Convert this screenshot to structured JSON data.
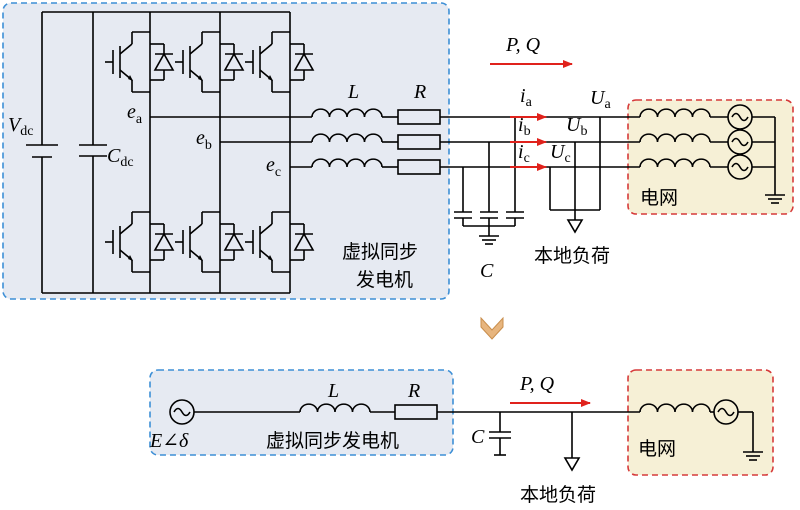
{
  "colors": {
    "vsg_box_fill": "#e6eaf2",
    "vsg_box_border": "#3d8fd6",
    "grid_box_fill": "#f6f0d6",
    "grid_box_border": "#d63a3a",
    "arrow_red": "#e0221c",
    "transition_arrow": "#e7b57e"
  },
  "top": {
    "vdc": {
      "main": "V",
      "sub": "dc"
    },
    "cdc": {
      "main": "C",
      "sub": "dc"
    },
    "ea": {
      "main": "e",
      "sub": "a"
    },
    "eb": {
      "main": "e",
      "sub": "b"
    },
    "ec": {
      "main": "e",
      "sub": "c"
    },
    "L": "L",
    "R": "R",
    "pq": "P, Q",
    "ia": {
      "main": "i",
      "sub": "a"
    },
    "ib": {
      "main": "i",
      "sub": "b"
    },
    "ic": {
      "main": "i",
      "sub": "c"
    },
    "Ua": {
      "main": "U",
      "sub": "a"
    },
    "Ub": {
      "main": "U",
      "sub": "b"
    },
    "Uc": {
      "main": "U",
      "sub": "c"
    },
    "C": "C",
    "vsg_label_1": "虚拟同步",
    "vsg_label_2": "发电机",
    "load_label": "本地负荷",
    "grid_label": "电网"
  },
  "bottom": {
    "source": "E∠δ",
    "L": "L",
    "R": "R",
    "pq": "P, Q",
    "C": "C",
    "vsg_label": "虚拟同步发电机",
    "load_label": "本地负荷",
    "grid_label": "电网"
  },
  "icons": {
    "igbt": "igbt-switch-icon",
    "diode": "diode-icon",
    "inductor": "inductor-icon",
    "resistor": "resistor-icon",
    "capacitor": "capacitor-icon",
    "ac_source": "ac-source-icon",
    "ground": "ground-icon",
    "load": "load-arrow-icon",
    "transition": "down-arrow-icon"
  }
}
